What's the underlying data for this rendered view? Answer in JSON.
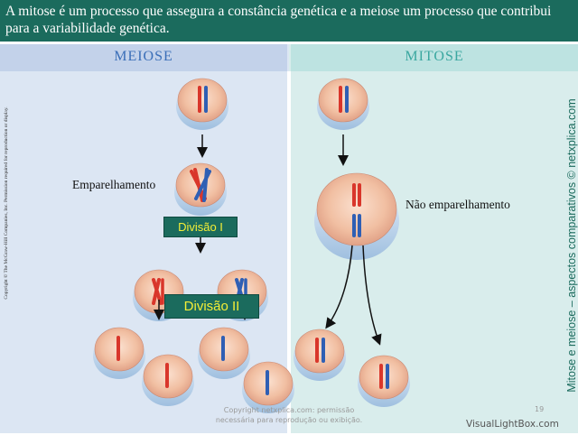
{
  "header": {
    "text": "A mitose é um processo que assegura a constância genética e a meiose um processo que contribui para a variabilidade genética."
  },
  "columns": {
    "left": "MEIOSE",
    "right": "MITOSE"
  },
  "labels": {
    "pairing": "Emparelhamento",
    "no_pairing": "Não emparelhamento",
    "division_1": "Divisão I",
    "division_2": "Divisão II"
  },
  "side_text": {
    "copyright": "Copyright © The McGraw-Hill Companies, Inc. Permission required for reproduction or display.",
    "title": "Mitose e meiose – aspectos comparativos © netxplica.com"
  },
  "footer": {
    "copyright_line1": "Copyright netxplica.com: permissão",
    "copyright_line2": "necessária para reprodução ou exibição.",
    "page_number": "19"
  },
  "watermark": "VisualLightBox.com",
  "colors": {
    "header_bg": "#1b6b5d",
    "meiose_bg": "#dce6f3",
    "mitose_bg": "#d9edec",
    "chromosome_red": "#d9362b",
    "chromosome_blue": "#2f5fb4",
    "box_text": "#f4ee36"
  }
}
